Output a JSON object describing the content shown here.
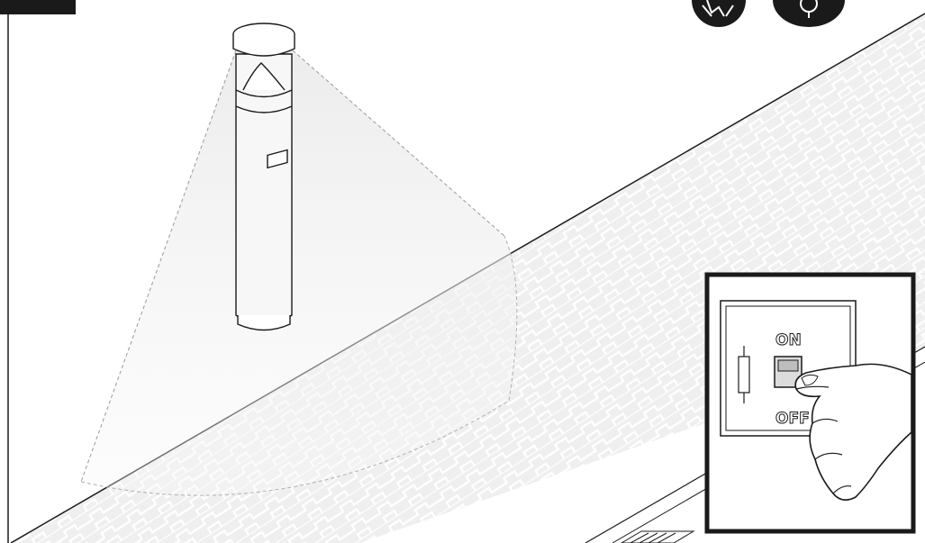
{
  "illustration": {
    "type": "installation-instruction",
    "description_visible": false
  },
  "inset": {
    "switch_on_label": "ON",
    "switch_off_label": "OFF"
  },
  "icons": [
    "electrician-required-icon",
    "light-bulb-icon"
  ],
  "colors": {
    "ink": "#1a1a1a",
    "paving": "#f2f2f2",
    "paving_line": "#ffffff",
    "beam": "#ececec",
    "header_block": "#1a1a1a"
  }
}
